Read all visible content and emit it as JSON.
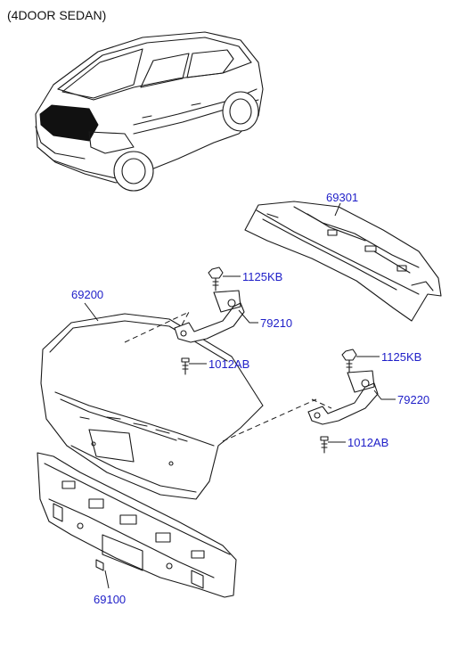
{
  "caption": "(4DOOR SEDAN)",
  "colors": {
    "label": "#1e1ec8",
    "line": "#1a1a1a"
  },
  "parts": [
    {
      "id": "69301",
      "text": "69301"
    },
    {
      "id": "1125KB_a",
      "text": "1125KB"
    },
    {
      "id": "69200",
      "text": "69200"
    },
    {
      "id": "79210",
      "text": "79210"
    },
    {
      "id": "1012AB_a",
      "text": "1012AB"
    },
    {
      "id": "1125KB_b",
      "text": "1125KB"
    },
    {
      "id": "79220",
      "text": "79220"
    },
    {
      "id": "1012AB_b",
      "text": "1012AB"
    },
    {
      "id": "69100",
      "text": "69100"
    }
  ]
}
